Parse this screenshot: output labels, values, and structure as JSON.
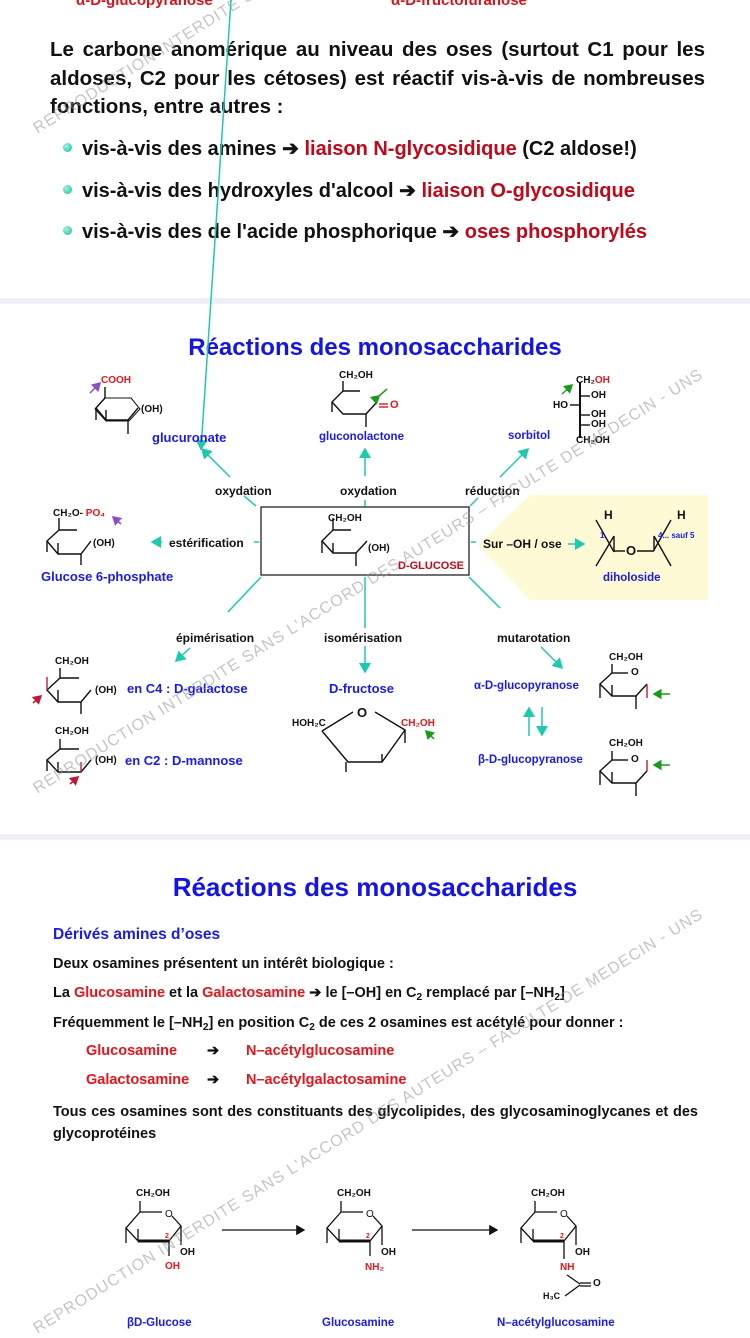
{
  "section1": {
    "top_labels": [
      "α-D-glucopyranose",
      "α-D-fructofuranose"
    ],
    "paragraph": "Le carbone anomérique au niveau des oses (surtout C1 pour les aldoses, C2 pour les cétoses) est réactif vis-à-vis de nombreuses fonctions, entre autres :",
    "bullets": [
      {
        "text": "vis-à-vis des amines",
        "arrow": "➔",
        "result": "liaison N-glycosidique",
        "suffix": " (C2 aldose!)"
      },
      {
        "text": "vis-à-vis des hydroxyles d'alcool",
        "arrow": "➔",
        "result": "liaison O-glycosidique",
        "suffix": ""
      },
      {
        "text": "vis-à-vis des de l'acide phosphorique",
        "arrow": "➔",
        "result": "oses phosphorylés",
        "suffix": ""
      }
    ]
  },
  "section2": {
    "title": "Réactions des monosaccharides",
    "center": {
      "label": "D-GLUCOSE",
      "ch2oh": "CH₂OH",
      "oh": "(OH)"
    },
    "reactions": {
      "oxidation1": "oxydation",
      "oxidation2": "oxydation",
      "reduction": "réduction",
      "esterification": "estérification",
      "glycosidic": "Sur –OH / ose",
      "epimerisation": "épimérisation",
      "isomerisation": "isomérisation",
      "mutarotation": "mutarotation"
    },
    "products": {
      "glucuronate": {
        "name": "glucuronate",
        "group": "COOH",
        "oh": "(OH)"
      },
      "gluconolactone": {
        "name": "gluconolactone",
        "ch2oh": "CH₂OH",
        "o": "O"
      },
      "sorbitol": {
        "name": "sorbitol",
        "top_ch2": "CH₂",
        "top_oh": "OH",
        "oh": "OH",
        "ho": "HO",
        "bottom": "CH₂OH"
      },
      "g6p": {
        "name": "Glucose 6-phosphate",
        "group": "CH₂O-",
        "po4": "PO₄",
        "oh": "(OH)"
      },
      "diholoside": {
        "name": "diholoside",
        "h": "H",
        "o": "O",
        "pos1": "1",
        "pos4": "4... sauf 5"
      },
      "galactose": {
        "name": "en C4 : D-galactose",
        "ch2oh": "CH₂OH",
        "oh": "(OH)"
      },
      "mannose": {
        "name": "en C2 : D-mannose",
        "ch2oh": "CH₂OH",
        "oh": "(OH)"
      },
      "fructose": {
        "name": "D-fructose",
        "left": "HOH₂C",
        "o": "O",
        "right": "CH₂OH"
      },
      "alpha": {
        "prefix": "α",
        "name": "-D-glucopyranose",
        "ch2oh": "CH₂OH",
        "o": "O"
      },
      "beta": {
        "prefix": "β",
        "name": "-D-glucopyranose",
        "ch2oh": "CH₂OH",
        "o": "O"
      }
    }
  },
  "section3": {
    "title": "Réactions des monosaccharides",
    "subtitle": "Dérivés amines d’oses",
    "line1": "Deux osamines présentent un intérêt biologique :",
    "line2": {
      "la1": "La ",
      "glucosamine": "Glucosamine",
      "et": " et la ",
      "galactosamine": "Galactosamine",
      "rest": " ➔ le [–OH] en C",
      "sub2": "2",
      "rest2": " remplacé par [–NH",
      "sub3": "2",
      "end": "]"
    },
    "line3": {
      "a": "Fréquemment le [–NH",
      "sub1": "2",
      "b": "] en position C",
      "sub2": "2",
      "c": " de ces 2 osamines est acétylé pour donner :"
    },
    "conversions": [
      {
        "from": "Glucosamine",
        "arrow": "➔",
        "to": "N–acétylglucosamine"
      },
      {
        "from": "Galactosamine",
        "arrow": "➔",
        "to": "N–acétylgalactosamine"
      }
    ],
    "line4": "Tous ces osamines sont des constituants des glycolipides, des glycosaminoglycanes et des glycoprotéines",
    "structures": [
      {
        "name": "βD-Glucose",
        "ch2oh": "CH₂OH",
        "o": "O",
        "oh": "OH",
        "c2": "2",
        "sub": "OH"
      },
      {
        "name": "Glucosamine",
        "ch2oh": "CH₂OH",
        "o": "O",
        "oh": "OH",
        "c2": "2",
        "sub": "NH₂"
      },
      {
        "name": "N–acétylglucosamine",
        "ch2oh": "CH₂OH",
        "o": "O",
        "oh": "OH",
        "c2": "2",
        "sub": "NH",
        "o2": "O",
        "h3c": "H₃C"
      }
    ]
  },
  "watermarks": [
    "REPRODUCTION INTERDITE SANS L'ACCORD DES AUTEURS – FACULTE DE MEDECIN - UNS"
  ]
}
